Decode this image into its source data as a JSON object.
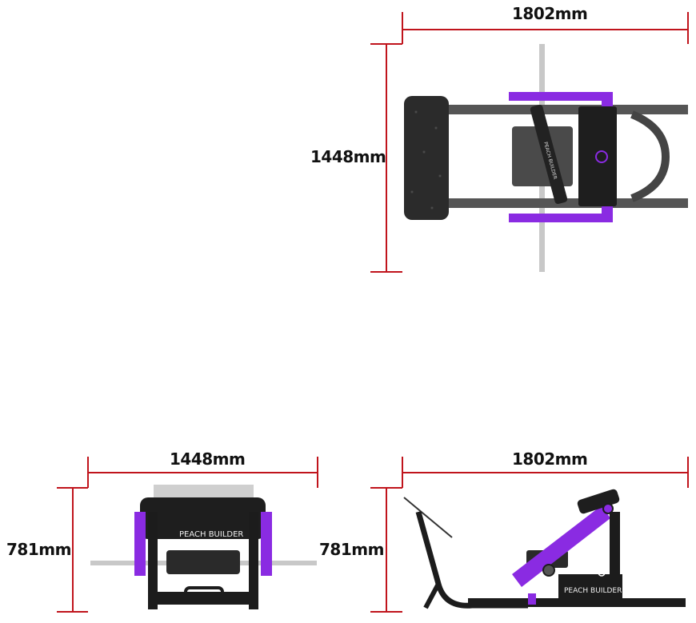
{
  "views": {
    "top": {
      "width_label": "1802mm",
      "depth_label": "1448mm"
    },
    "front": {
      "width_label": "1448mm",
      "height_label": "781mm"
    },
    "side": {
      "length_label": "1802mm",
      "height_label": "781mm"
    }
  },
  "brand": {
    "name": "PEACH BUILDER"
  },
  "colors": {
    "dimension_line": "#c0141c",
    "frame": "#1c1c1c",
    "accent": "#8a2be2",
    "pad": "#2a2a2a",
    "bar": "#c8c8c8"
  }
}
